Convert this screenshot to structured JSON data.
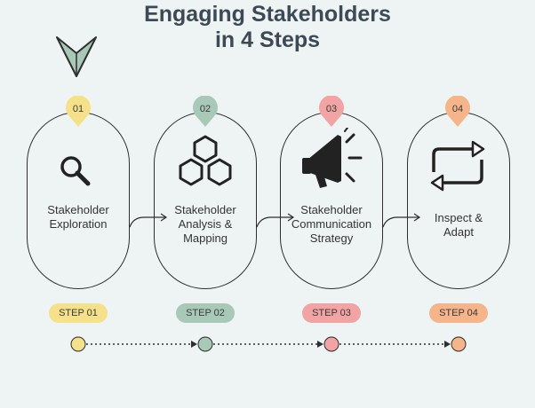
{
  "title_line1": "Engaging Stakeholders",
  "title_line2": "in 4 Steps",
  "steps": [
    {
      "number": "01",
      "label_lines": [
        "Stakeholder",
        "Exploration"
      ],
      "badge": "STEP 01",
      "color": "#f4e18a",
      "icon": "search-icon"
    },
    {
      "number": "02",
      "label_lines": [
        "Stakeholder",
        "Analysis &",
        "Mapping"
      ],
      "badge": "STEP 02",
      "color": "#a9c9b8",
      "icon": "hexagon-cluster-icon"
    },
    {
      "number": "03",
      "label_lines": [
        "Stakeholder",
        "Communication",
        "Strategy"
      ],
      "badge": "STEP 03",
      "color": "#f2a3a3",
      "icon": "megaphone-icon"
    },
    {
      "number": "04",
      "label_lines": [
        "Inspect &",
        "Adapt"
      ],
      "badge": "STEP 04",
      "color": "#f5b48a",
      "icon": "repeat-icon"
    }
  ]
}
